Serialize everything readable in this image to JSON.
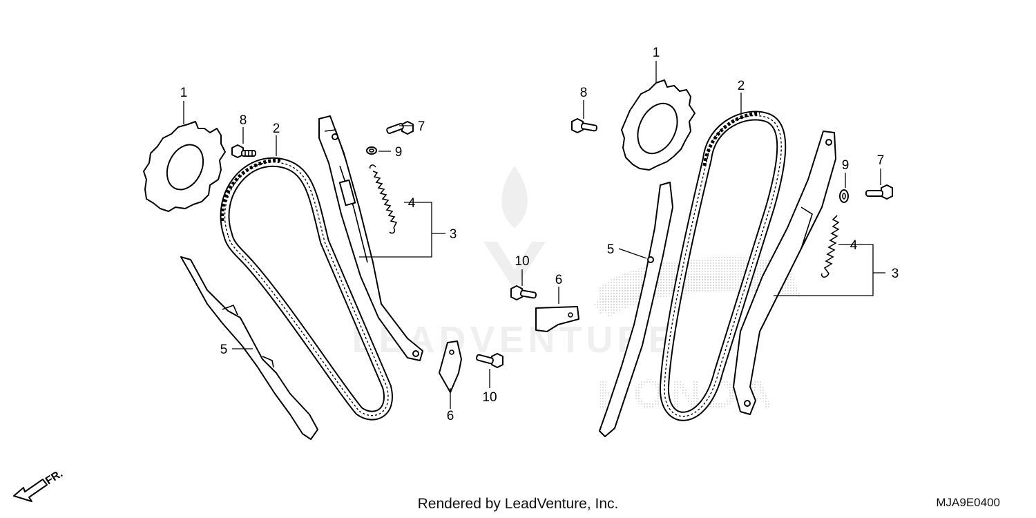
{
  "diagram": {
    "footer_text": "Rendered by LeadVenture, Inc.",
    "diagram_code": "MJA9E0400",
    "direction_label": "FR.",
    "watermark_text": "LEADVENTURE",
    "watermark_logo_text": "HONDA",
    "left_assembly": {
      "callouts": [
        "1",
        "2",
        "3",
        "4",
        "5",
        "6",
        "7",
        "8",
        "9",
        "10",
        "10"
      ]
    },
    "right_assembly": {
      "callouts": [
        "1",
        "2",
        "3",
        "4",
        "5",
        "7",
        "8",
        "9"
      ]
    }
  }
}
